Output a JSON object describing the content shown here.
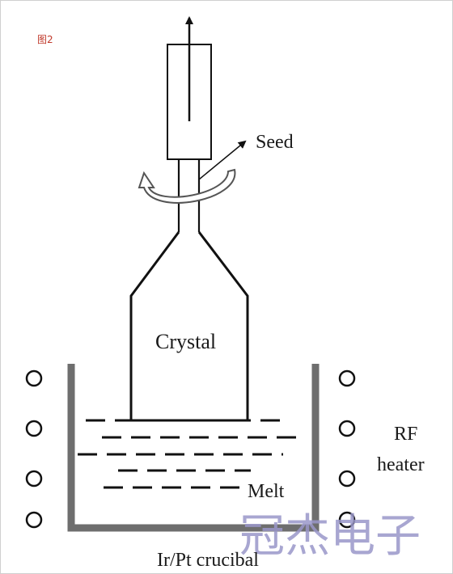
{
  "figure_label": "图2",
  "labels": {
    "seed": "Seed",
    "crystal": "Crystal",
    "rf_line1": "RF",
    "rf_line2": "heater",
    "melt": "Melt",
    "crucible": "Ir/Pt crucibal"
  },
  "watermark": "冠杰电子",
  "colors": {
    "line": "#111111",
    "crucible": "#6e6e6e",
    "watermark": "#9a97c9",
    "figure_label": "#c0392b"
  }
}
